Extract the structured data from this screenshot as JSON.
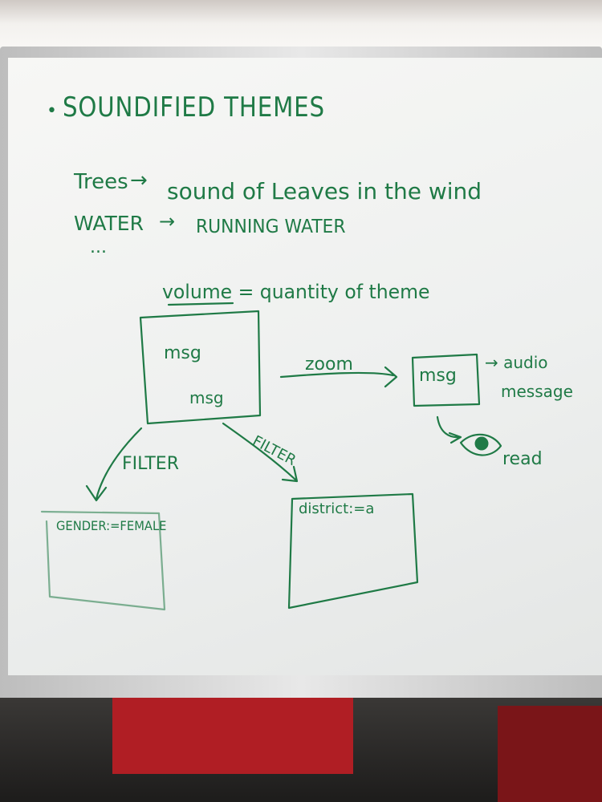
{
  "ink_color": "#1f7a46",
  "heading": {
    "bullet": "•",
    "text": "SOUNDIFIED THEMES"
  },
  "mappings": [
    {
      "from": "Trees",
      "to": "sound of Leaves in the wind"
    },
    {
      "from": "WATER",
      "to": "RUNNING WATER"
    }
  ],
  "ellipsis": "...",
  "volume_rule": "volume = quantity of theme",
  "main_box": {
    "labels": [
      "msg",
      "msg"
    ]
  },
  "zoom_label": "zoom",
  "zoomed_box": {
    "label": "msg"
  },
  "audio_note": {
    "line1": "→ audio",
    "line2": "message"
  },
  "read_note": "read",
  "filter_left": "FILTER",
  "filter_right": "FILTER",
  "gender_box": {
    "label": "GENDER:=FEMALE"
  },
  "district_box": {
    "label": "district:=a"
  }
}
